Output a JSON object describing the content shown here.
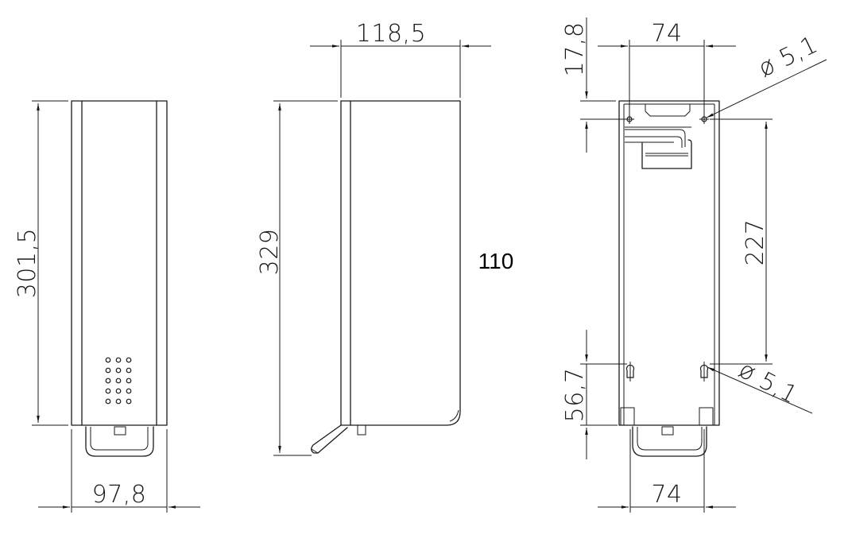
{
  "dimensions": {
    "front_height": "301,5",
    "front_width": "97,8",
    "side_height": "329",
    "side_depth": "118,5",
    "center_label": "110",
    "back_top_offset": "17,8",
    "back_hole_spacing_top": "74",
    "back_hole_spacing_bottom": "74",
    "back_hole_diameter_top": "ø 5,1",
    "back_hole_diameter_bottom": "ø 5,1",
    "back_vertical_spacing": "227",
    "back_bottom_offset": "56,7"
  }
}
